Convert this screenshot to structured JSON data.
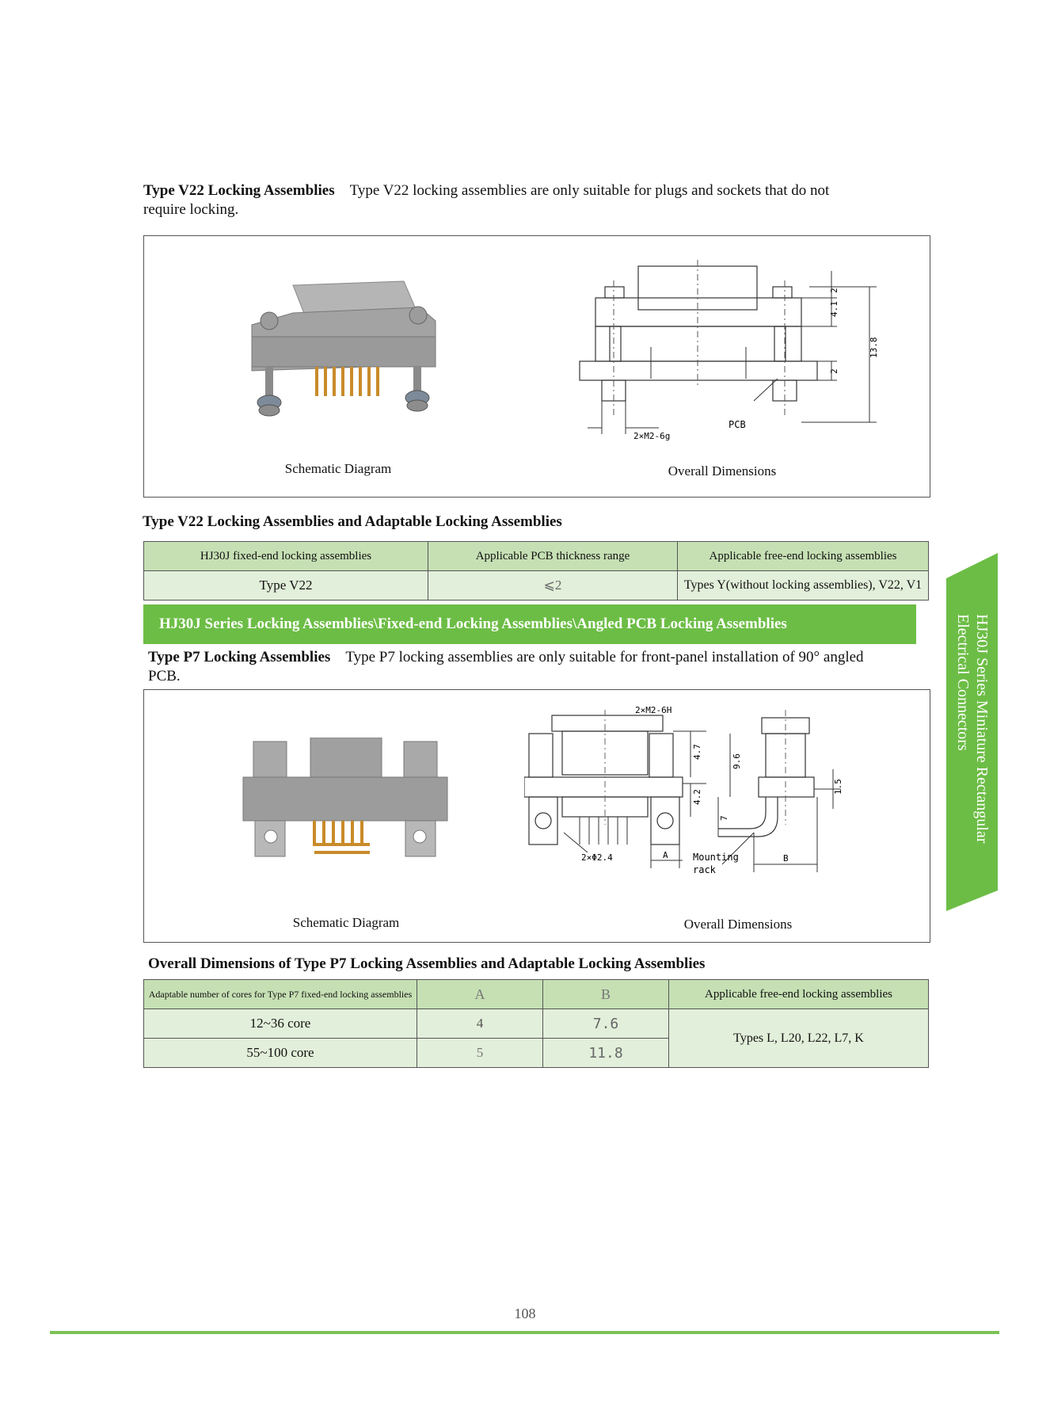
{
  "v22": {
    "intro_title": "Type V22 Locking Assemblies",
    "intro_line1": "Type V22 locking assemblies are only suitable for plugs and sockets that do not",
    "intro_line2": "require locking.",
    "figure": {
      "left_caption": "Schematic Diagram",
      "right_caption": "Overall Dimensions",
      "dims": [
        "2",
        "4.1",
        "2",
        "13.8"
      ],
      "thread_label": "2×M2-6g",
      "pcb_label": "PCB"
    },
    "table_title": "Type V22 Locking Assemblies  and Adaptable Locking Assemblies",
    "table": {
      "headers": [
        "HJ30J fixed-end locking assemblies",
        "Applicable PCB thickness range",
        "Applicable free-end locking assemblies"
      ],
      "row": [
        "Type V22",
        "⩽2",
        "Types Y(without locking assemblies), V22, V1"
      ]
    }
  },
  "banner": "HJ30J Series Locking Assemblies\\Fixed-end Locking Assemblies\\Angled PCB Locking Assemblies",
  "p7": {
    "intro_title": "Type P7 Locking Assemblies",
    "intro_line1": "Type P7 locking assemblies are only suitable for front-panel installation of 90° angled",
    "intro_line2": "PCB.",
    "figure": {
      "left_caption": "Schematic Diagram",
      "right_caption": "Overall Dimensions",
      "thread_label": "2×M2-6H",
      "hole_label": "2×Φ2.4",
      "dims": [
        "4.7",
        "9.6",
        "4.2",
        "7",
        "1.5"
      ],
      "a_label": "A",
      "b_label": "B",
      "mounting_label_1": "Mounting",
      "mounting_label_2": "rack"
    },
    "table_title": "Overall Dimensions of Type P7 Locking Assemblies and Adaptable Locking Assemblies",
    "table": {
      "headers": [
        "Adaptable number of cores for Type P7 fixed-end locking assemblies",
        "A",
        "B",
        "Applicable free-end locking assemblies"
      ],
      "rows": [
        [
          "12~36 core",
          "4",
          "7.6"
        ],
        [
          "55~100 core",
          "5",
          "11.8"
        ]
      ],
      "merged_cell": "Types L, L20, L22, L7, K"
    }
  },
  "side_tab": {
    "line1": "HJ30J Series Miniature",
    "line2": "Rectangular Electrical Connectors"
  },
  "page_number": "108"
}
